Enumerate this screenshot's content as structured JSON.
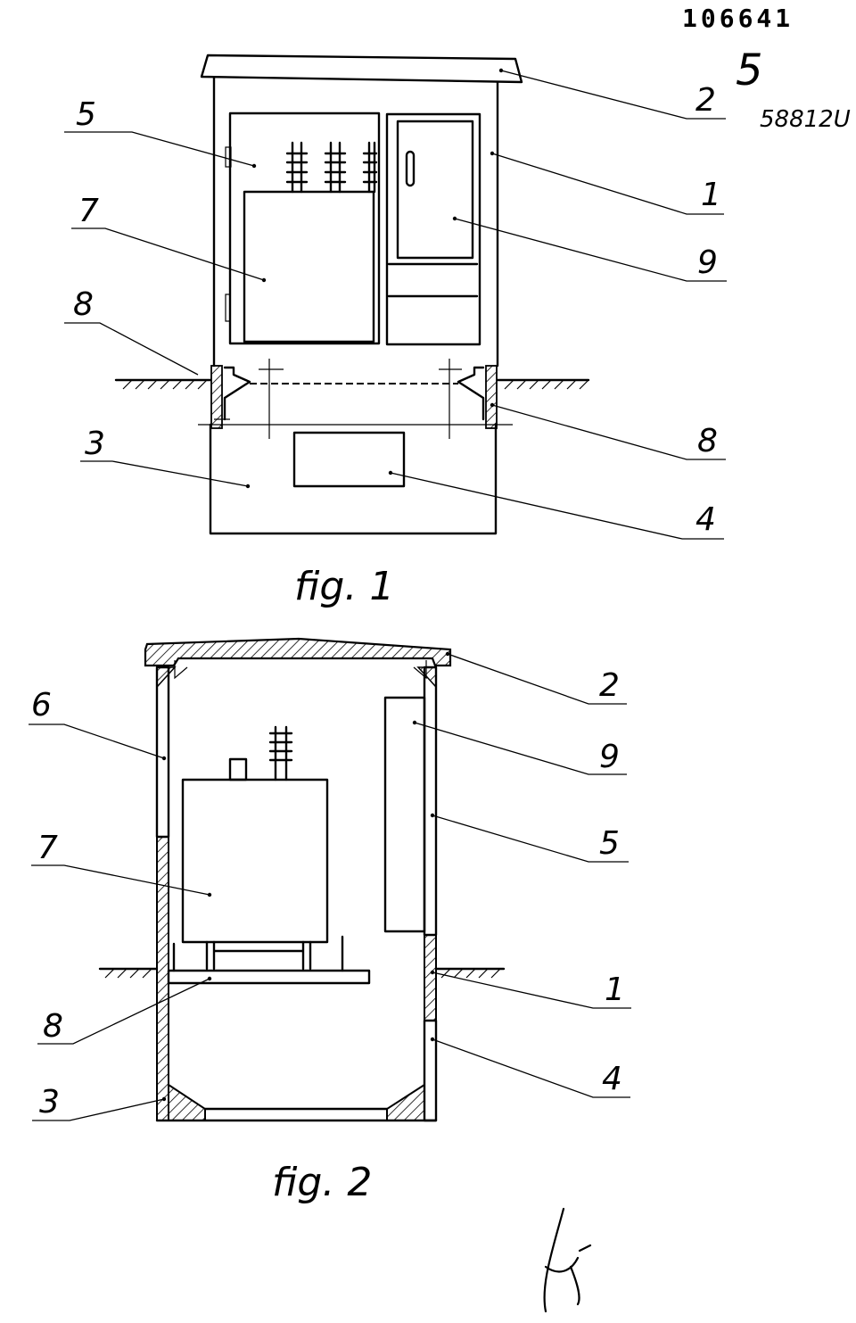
{
  "header": {
    "number": "106641",
    "page_mark": "5",
    "ref_code": "58812U"
  },
  "fig1": {
    "caption": "fig. 1",
    "labels": {
      "l5": "5",
      "l7": "7",
      "l8a": "8",
      "l3": "3",
      "l2": "2",
      "l1": "1",
      "l9": "9",
      "l8b": "8",
      "l4": "4"
    }
  },
  "fig2": {
    "caption": "fig. 2",
    "labels": {
      "l6": "6",
      "l7": "7",
      "l8": "8",
      "l3": "3",
      "l2": "2",
      "l9": "9",
      "l5": "5",
      "l1": "1",
      "l4": "4"
    }
  },
  "signature": "signature"
}
